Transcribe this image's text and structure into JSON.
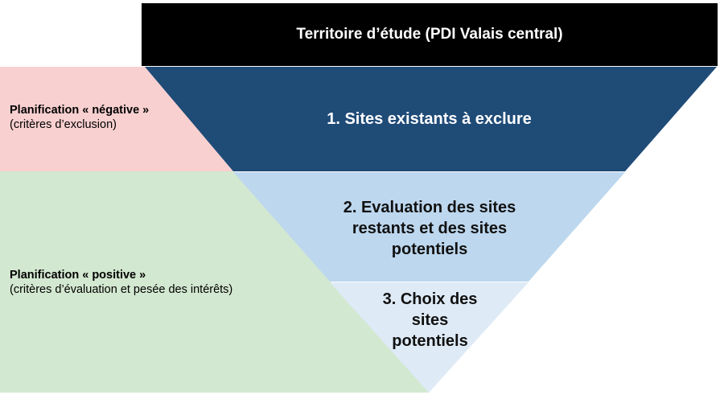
{
  "header": {
    "title": "Territoire d’étude (PDI Valais central)",
    "color": "#000000"
  },
  "left_panels": [
    {
      "title": "Planification « négative »",
      "subtitle": "(critères d’exclusion)",
      "color": "#f9d0d0"
    },
    {
      "title": "Planification « positive »",
      "subtitle": "(critères d’évaluation et pesée des intérêts)",
      "color": "#d3e8d0"
    }
  ],
  "stages": [
    {
      "label": "1. Sites existants à exclure",
      "color": "#1f4b77",
      "text_color": "#ffffff"
    },
    {
      "label": "2. Evaluation des sites restants et des sites potentiels",
      "color": "#bdd7ee",
      "text_color": "#111111"
    },
    {
      "label": "3. Choix des sites potentiels",
      "color": "#deeaf6",
      "text_color": "#111111"
    }
  ]
}
